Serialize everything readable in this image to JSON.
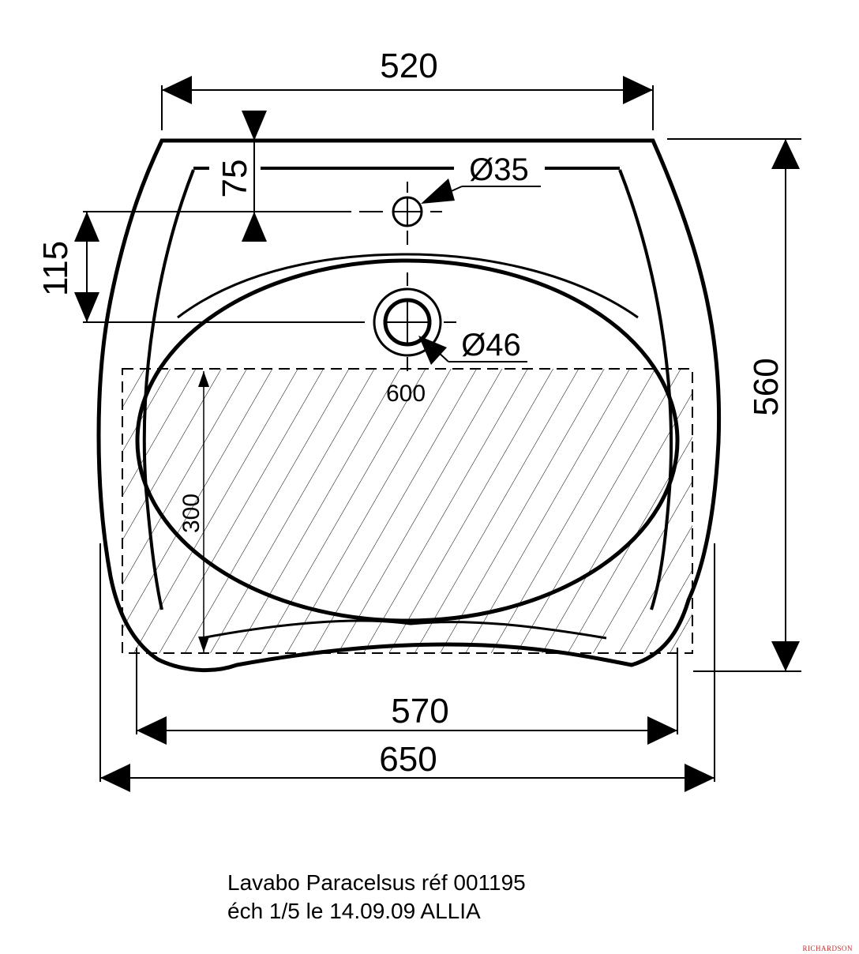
{
  "dimensions": {
    "top_width": "520",
    "depth_total": "560",
    "tap_offset": "75",
    "tap_to_drain": "115",
    "tap_hole": "Ø35",
    "drain_hole": "Ø46",
    "zone_width": "600",
    "zone_height": "300",
    "inner_width": "570",
    "outer_width": "650"
  },
  "caption": {
    "line1": "Lavabo Paracelsus réf 001195",
    "line2": "éch 1/5 le 14.09.09 ALLIA"
  },
  "watermark": "RICHARDSON"
}
